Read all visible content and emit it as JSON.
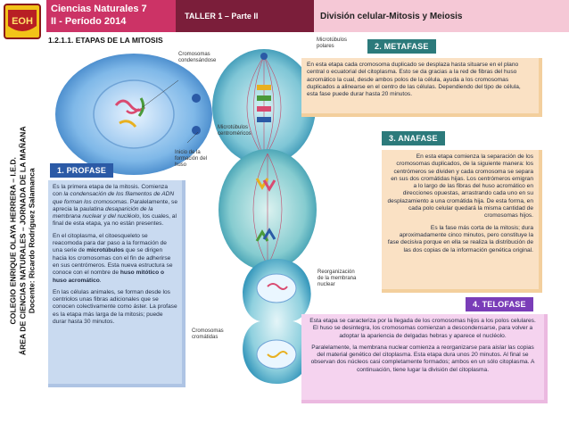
{
  "sidebar": {
    "line1": "COLEGIO ENRIQUE OLAYA HERRERA – I.E.D.",
    "line2": "ÁREA DE CIENCIAS NATURALES – JORNADA DE LA MAÑANA",
    "line3": "Docente: Ricardo Rodríguez Salamanca",
    "logo_letters": "EOH"
  },
  "header": {
    "course": "Ciencias Naturales 7",
    "period": "II - Período 2014",
    "workshop": "TALLER 1 – Parte II",
    "topic": "División celular-Mitosis y Meiosis"
  },
  "section_title": "1.2.1.1. ETAPAS DE LA MITOSIS",
  "captions": {
    "chromosomes": "Cromosomas condensándose",
    "spindle_start": "Inicio de la formación del huso",
    "microtubules": "Microtúbulos centroméricos",
    "microtubules_poles": "Microtúbulos polares",
    "membrane_post": "Reorganización de la membrana nuclear",
    "chromosomes2": "Cromosomas cromátidas"
  },
  "phases": {
    "prophase": {
      "tag": "1. PROFASE",
      "p1_a": "Es la primera etapa de la mitosis. Comienza con ",
      "p1_b": "la condensación de los filamentos de ADN que forman los cromosomas",
      "p1_c": ". Paralelamente, se aprecia la paulatina ",
      "p1_d": "desaparición de la membrana nuclear y del nucléolo",
      "p1_e": ", los cuales, al final de esta etapa, ya no están presentes.",
      "p2_a": "En el citoplasma, el citoesqueleto se reacomoda para dar paso a la formación de una serie de ",
      "p2_b": "microtúbulos",
      "p2_c": " que se dirigen hacia los cromosomas con el fin de adherirse en sus centrómeros. Esta nueva estructura se conoce con el nombre de ",
      "p2_d": "huso mitótico o huso acromático",
      "p2_e": ".",
      "p3": "En las células animales, se forman desde los centriolos unas fibras adicionales que se conocen colectivamente como áster. La profase es la etapa más larga de la mitosis; puede durar hasta 30 minutos."
    },
    "metaphase": {
      "tag": "2. METAFASE",
      "text": "En esta etapa cada cromosoma duplicado se desplaza hasta situarse en el plano central o ecuatorial del citoplasma. Esto se da gracias a la red de fibras del huso acromático la cual, desde ambos polos de la célula, ayuda a los cromosomas duplicados a alinearse en el centro de las células. Dependiendo del tipo de célula, esta fase puede durar hasta 20 minutos."
    },
    "anaphase": {
      "tag": "3. ANAFASE",
      "text1": "En esta etapa comienza la separación de los cromosomas duplicados, de la siguiente manera: los centrómeros se dividen y cada cromosoma se separa en sus dos cromátidas hijas. Los centrómeros emigran a lo largo de las fibras del huso acromático en direcciones opuestas, arrastrando cada uno en su desplazamiento a una cromátida hija. De esta forma, en cada polo celular quedará la misma cantidad de cromosomas hijos.",
      "text2": "Es la fase más corta de la mitosis; dura aproximadamente cinco minutos, pero constituye la fase decisiva porque en ella se realiza la distribución de las dos copias de la información genética original."
    },
    "telophase": {
      "tag": "4. TELOFASE",
      "text1": "Esta etapa se caracteriza por la llegada de los cromosomas hijos a los polos celulares. El huso se desintegra, los cromosomas comienzan a descondensarse, para volver a adoptar la apariencia de delgadas hebras y aparece el nucléolo.",
      "text2": "Paralelamente, la membrana nuclear comienza a reorganizarse para aislar las copias del material genético del citoplasma. Esta etapa dura unos 20 minutos. Al final se observan dos núcleos casi completamente formados; ambos en un sólo citoplasma. A continuación, tiene lugar la división del citoplasma."
    }
  },
  "colors": {
    "header_pink": "#cc3366",
    "header_maroon": "#7b1e3a",
    "header_light": "#f5c8d6",
    "tag_blue": "#2b5aa6",
    "tag_teal": "#2c7a7b",
    "tag_purple": "#7a3db8",
    "box_blue": "#c9daf0",
    "box_orange": "#fae1c4",
    "box_pink": "#f5d3ef"
  }
}
